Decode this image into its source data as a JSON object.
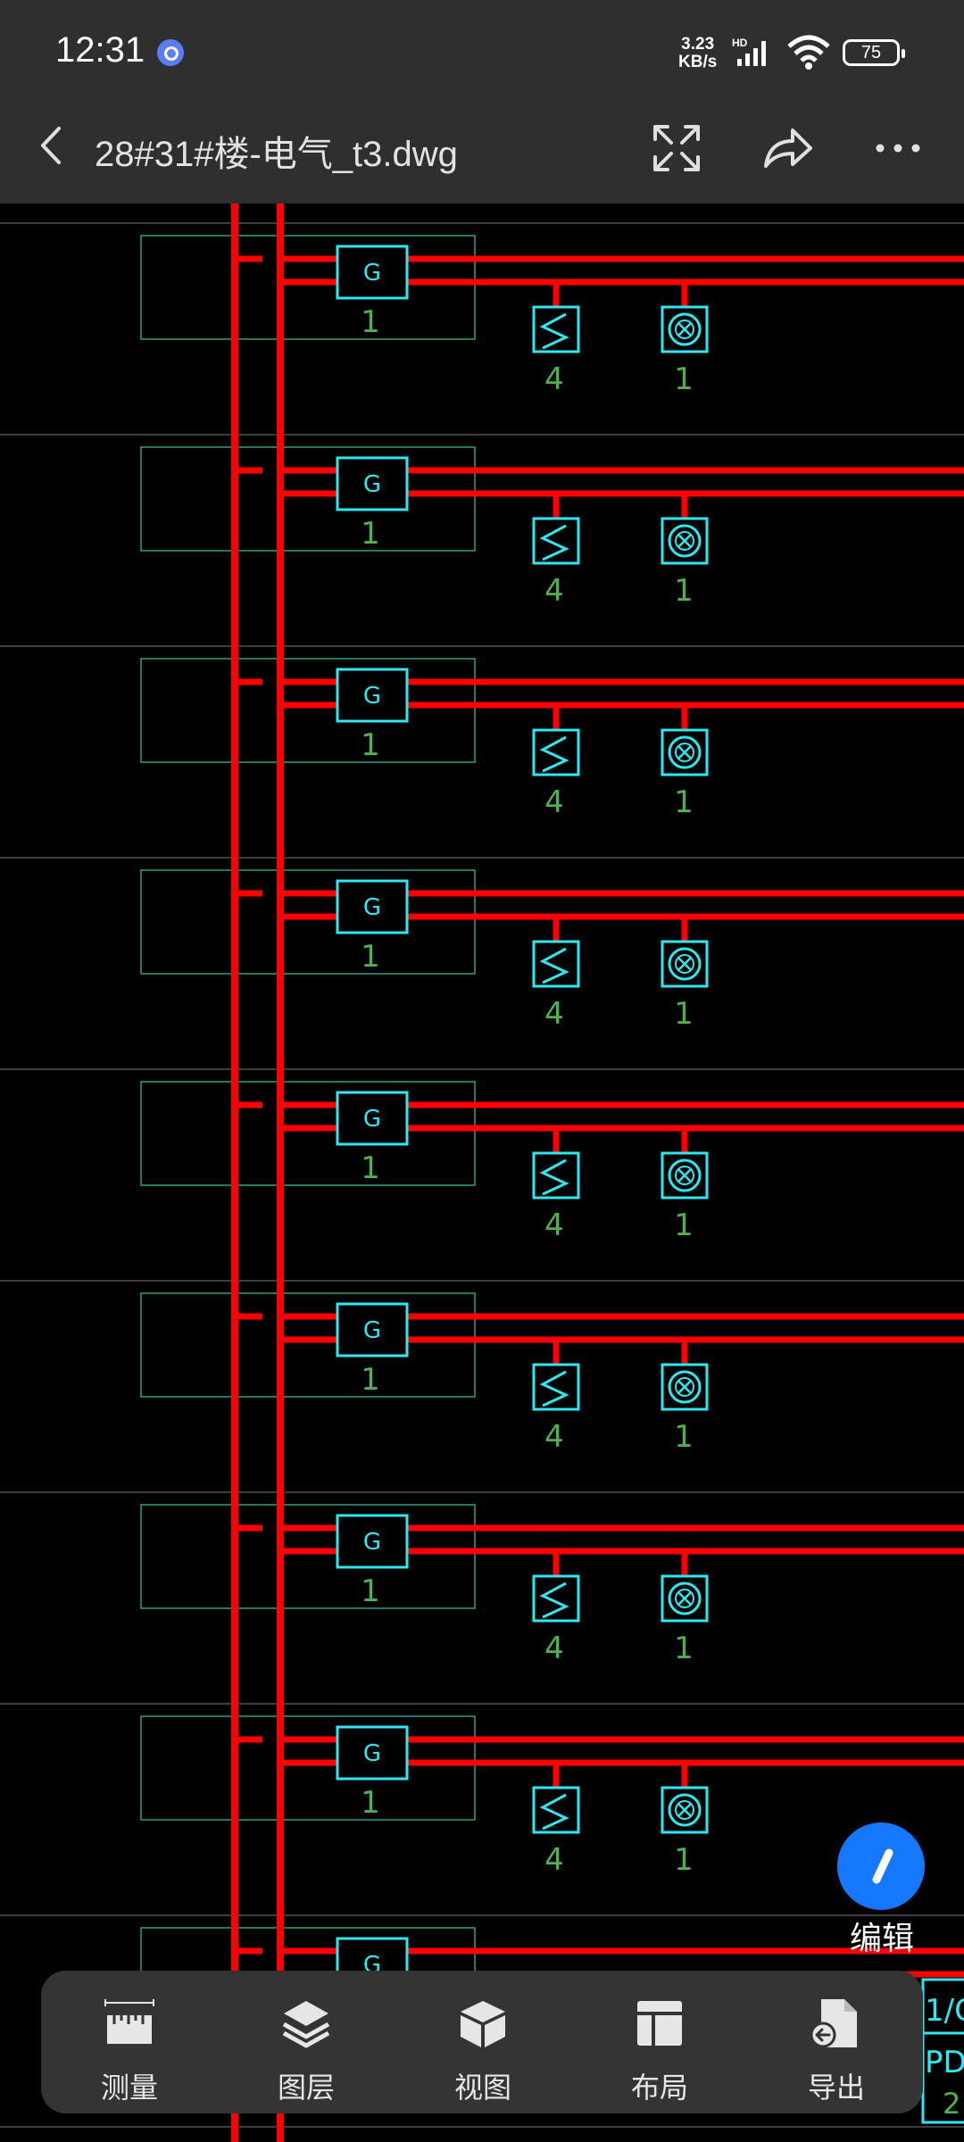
{
  "status_bar": {
    "time": "12:31",
    "net_speed_value": "3.23",
    "net_speed_unit": "KB/s",
    "network_tag": "HD",
    "battery": "75"
  },
  "app_bar": {
    "title": "28#31#楼-电气_t3.dwg"
  },
  "drawing": {
    "gen_symbol": "G",
    "gen_count": "1",
    "switch_count": "4",
    "light_count": "1",
    "edge_text_1": "1/C",
    "edge_text_2": "PD",
    "edge_text_3": "2"
  },
  "edit_fab": {
    "label": "编辑"
  },
  "toolbar": {
    "items": [
      {
        "label": "测量",
        "icon": "ruler-icon"
      },
      {
        "label": "图层",
        "icon": "layers-icon"
      },
      {
        "label": "视图",
        "icon": "cube-icon"
      },
      {
        "label": "布局",
        "icon": "layout-icon"
      },
      {
        "label": "导出",
        "icon": "export-file-icon"
      }
    ]
  },
  "colors": {
    "bus_red": "#ff0000",
    "symbol_cyan": "#2ee8f0",
    "count_green": "#4fb24f",
    "frame_teal": "#2f9e8a",
    "fab_blue": "#1677ff"
  }
}
